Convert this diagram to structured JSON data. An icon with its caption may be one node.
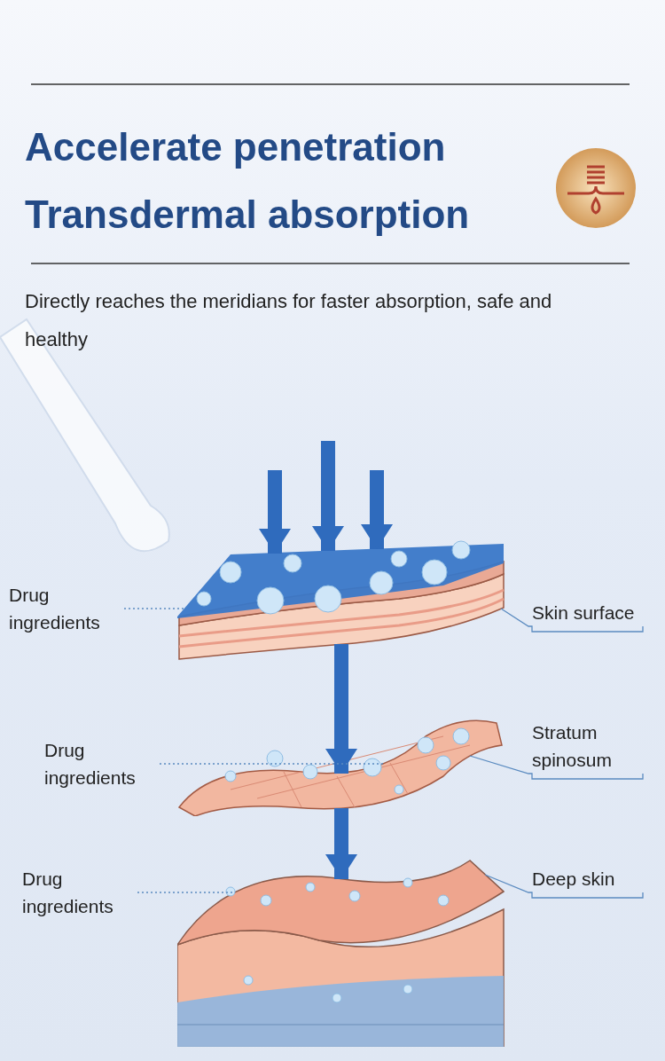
{
  "diagram": {
    "title": "Accelerate penetration Transdermal absorption",
    "nodes": [
      {
        "text": [],
        "shape": "picture"
      },
      {
        "text": [],
        "shape": "picture"
      },
      {
        "text": [],
        "shape": "picture"
      },
      {
        "text": [
          "Drug ingredients"
        ]
      },
      {
        "text": [
          "Drug ingredients"
        ]
      },
      {
        "text": [
          "Drug ingredients"
        ]
      },
      {
        "text": [
          "Skin surface"
        ]
      },
      {
        "text": [
          "Stratum spinosum"
        ]
      },
      {
        "text": [
          "Deep skin"
        ]
      }
    ],
    "edges": [
      {
        "from": null,
        "to": 0,
        "arrow": "to",
        "style": "thick",
        "color": "#2f6bbd"
      },
      {
        "from": null,
        "to": 0,
        "arrow": "to",
        "style": "thick",
        "color": "#2f6bbd"
      },
      {
        "from": null,
        "to": 0,
        "arrow": "to",
        "style": "thick",
        "color": "#2f6bbd"
      },
      {
        "from": 0,
        "to": 1,
        "arrow": "to",
        "style": "thick",
        "color": "#2f6bbd"
      },
      {
        "from": 1,
        "to": 2,
        "arrow": "to",
        "style": "thick",
        "color": "#2f6bbd"
      },
      {
        "from": 3,
        "to": 0,
        "arrow": "none",
        "style": "dashed"
      },
      {
        "from": 4,
        "to": 1,
        "arrow": "none",
        "style": "dashed"
      },
      {
        "from": 5,
        "to": 2,
        "arrow": "none",
        "style": "dashed"
      },
      {
        "from": 6,
        "to": 0,
        "arrow": "none"
      },
      {
        "from": 7,
        "to": 1,
        "arrow": "none"
      },
      {
        "from": 8,
        "to": 2,
        "arrow": "none"
      }
    ],
    "labels": [
      "Directly reaches the meridians for faster absorption, safe and healthy"
    ]
  }
}
